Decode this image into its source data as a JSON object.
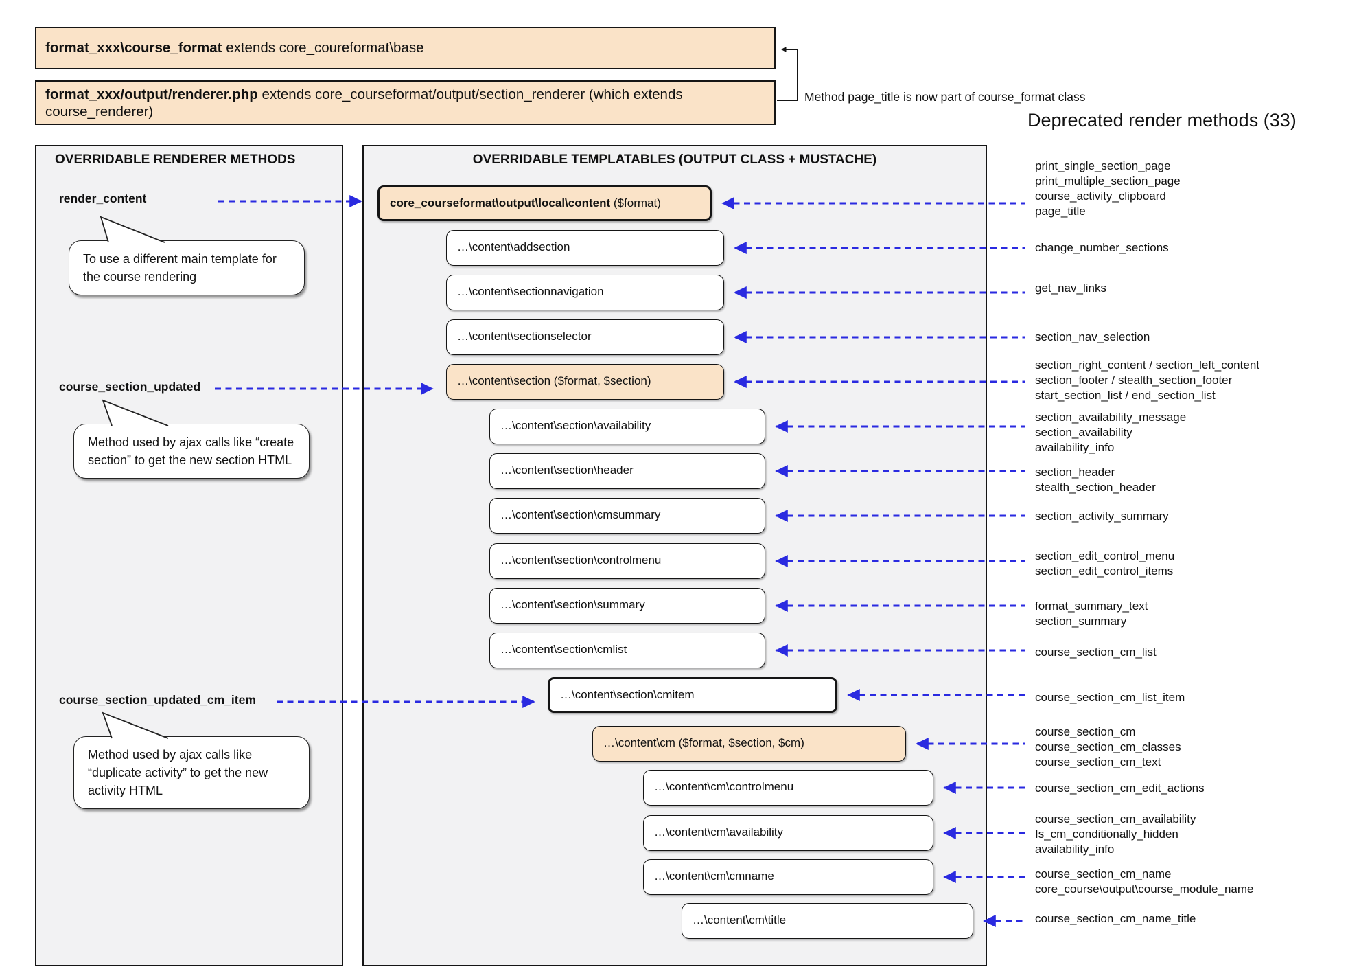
{
  "top": {
    "box1": {
      "bold": "format_xxx\\course_format",
      "rest": " extends core_coureformat\\base"
    },
    "box2": {
      "bold": "format_xxx/output/renderer.php",
      "rest": " extends core_courseformat/output/section_renderer (which extends\ncourse_renderer)"
    },
    "bracket_note": "Method page_title is now part of course_format class",
    "deprecated_title": "Deprecated render methods (33)"
  },
  "renderer_methods": {
    "title": "OVERRIDABLE RENDERER METHODS",
    "items": [
      {
        "label": "render_content",
        "note": "To use a different main template for the course rendering"
      },
      {
        "label": "course_section_updated",
        "note": "Method used by ajax calls like “create section” to get the new section HTML"
      },
      {
        "label": "course_section_updated_cm_item",
        "note": "Method used by ajax calls like “duplicate activity” to get the new activity HTML"
      }
    ]
  },
  "templatables": {
    "title": "OVERRIDABLE TEMPLATABLES (OUTPUT CLASS + MUSTACHE)",
    "boxes": [
      {
        "bold": "core_courseformat\\output\\local\\content",
        "rest": " ($format)"
      },
      {
        "label": "…\\content\\addsection"
      },
      {
        "label": "…\\content\\sectionnavigation"
      },
      {
        "label": "…\\content\\sectionselector"
      },
      {
        "label": "…\\content\\section ($format, $section)"
      },
      {
        "label": "…\\content\\section\\availability"
      },
      {
        "label": "…\\content\\section\\header"
      },
      {
        "label": "…\\content\\section\\cmsummary"
      },
      {
        "label": "…\\content\\section\\controlmenu"
      },
      {
        "label": "…\\content\\section\\summary"
      },
      {
        "label": "…\\content\\section\\cmlist"
      },
      {
        "label": "…\\content\\section\\cmitem"
      },
      {
        "label": "…\\content\\cm ($format, $section, $cm)"
      },
      {
        "label": "…\\content\\cm\\controlmenu"
      },
      {
        "label": "…\\content\\cm\\availability"
      },
      {
        "label": "…\\content\\cm\\cmname"
      },
      {
        "label": "…\\content\\cm\\title"
      }
    ]
  },
  "deprecated": {
    "groups": [
      {
        "lines": [
          "print_single_section_page",
          "print_multiple_section_page",
          "course_activity_clipboard",
          "page_title"
        ]
      },
      {
        "lines": [
          "change_number_sections"
        ]
      },
      {
        "lines": [
          "get_nav_links"
        ]
      },
      {
        "lines": [
          "section_nav_selection"
        ]
      },
      {
        "lines": [
          "section_right_content / section_left_content",
          "section_footer / stealth_section_footer",
          "start_section_list / end_section_list"
        ]
      },
      {
        "lines": [
          "section_availability_message",
          "section_availability",
          "availability_info"
        ]
      },
      {
        "lines": [
          "section_header",
          "stealth_section_header"
        ]
      },
      {
        "lines": [
          "section_activity_summary"
        ]
      },
      {
        "lines": [
          "section_edit_control_menu",
          "section_edit_control_items"
        ]
      },
      {
        "lines": [
          "format_summary_text",
          "section_summary"
        ]
      },
      {
        "lines": [
          "course_section_cm_list"
        ]
      },
      {
        "lines": [
          "course_section_cm_list_item"
        ]
      },
      {
        "lines": [
          "course_section_cm",
          "course_section_cm_classes",
          "course_section_cm_text"
        ]
      },
      {
        "lines": [
          "course_section_cm_edit_actions"
        ]
      },
      {
        "lines": [
          "course_section_cm_availability",
          "Is_cm_conditionally_hidden",
          "availability_info"
        ]
      },
      {
        "lines": [
          "course_section_cm_name",
          "core_course\\output\\course_module_name"
        ]
      },
      {
        "lines": [
          "course_section_cm_name_title"
        ]
      }
    ]
  }
}
